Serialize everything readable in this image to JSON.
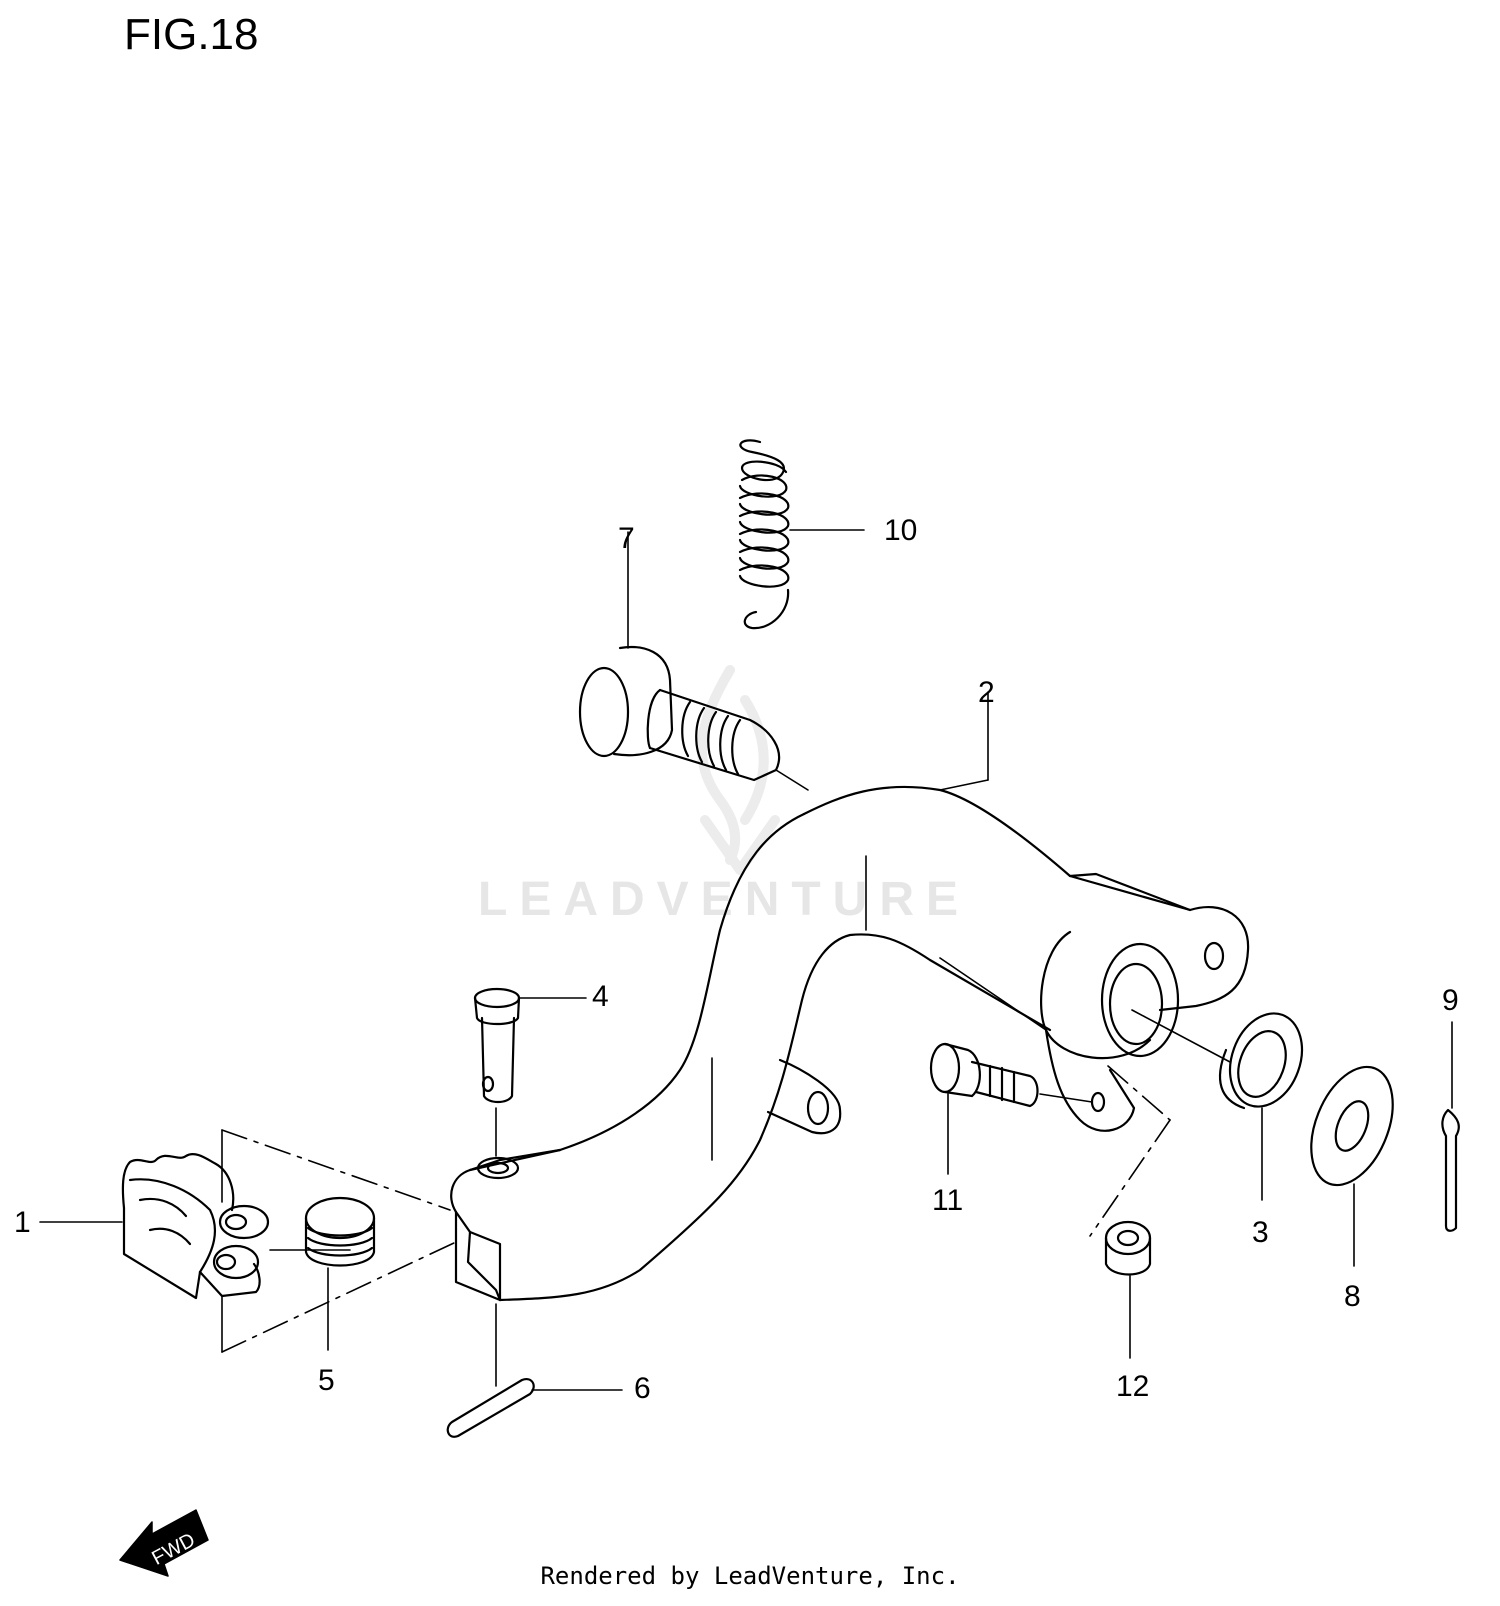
{
  "figure": {
    "title": "FIG.18"
  },
  "watermark": {
    "text": "LEADVENTURE"
  },
  "direction": {
    "label": "FWD"
  },
  "callouts": [
    {
      "id": "1",
      "label": "1"
    },
    {
      "id": "2",
      "label": "2"
    },
    {
      "id": "3",
      "label": "3"
    },
    {
      "id": "4",
      "label": "4"
    },
    {
      "id": "5",
      "label": "5"
    },
    {
      "id": "6",
      "label": "6"
    },
    {
      "id": "7",
      "label": "7"
    },
    {
      "id": "8",
      "label": "8"
    },
    {
      "id": "9",
      "label": "9"
    },
    {
      "id": "10",
      "label": "10"
    },
    {
      "id": "11",
      "label": "11"
    },
    {
      "id": "12",
      "label": "12"
    }
  ],
  "footer": {
    "text": "Rendered by LeadVenture, Inc."
  }
}
